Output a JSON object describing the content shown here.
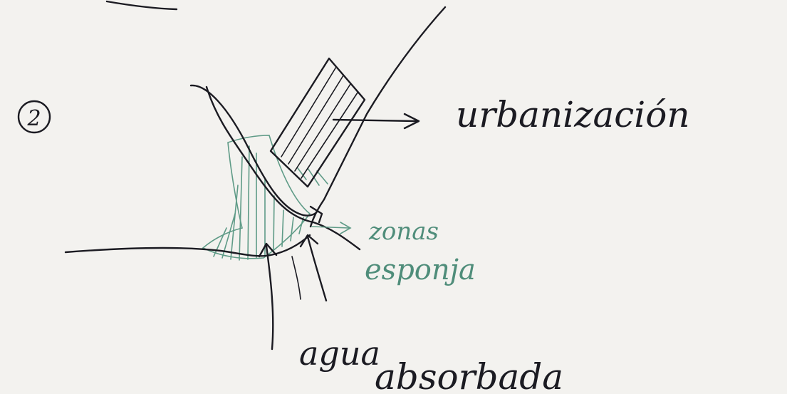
{
  "step_number": "2",
  "labels": {
    "urbanization": "urbanización",
    "sponge_zones_line1": "zonas",
    "sponge_zones_line2": "esponja",
    "absorbed_water_line1": "agua",
    "absorbed_water_line2": "absorbada"
  },
  "colors": {
    "paper": "#f3f2ef",
    "ink": "#1b1b22",
    "green_ink": "#4f8d7a"
  }
}
